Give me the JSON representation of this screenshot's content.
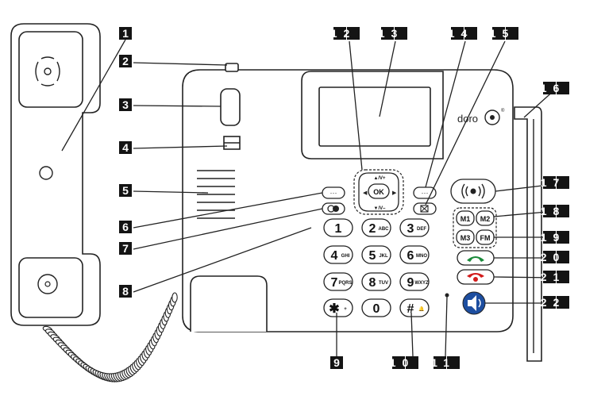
{
  "labels": [
    "1",
    "2",
    "3",
    "4",
    "5",
    "6",
    "7",
    "8",
    "9",
    "10",
    "11",
    "12",
    "13",
    "14",
    "15",
    "16",
    "17",
    "18",
    "19",
    "20",
    "21",
    "22"
  ],
  "keypad": {
    "keys": [
      {
        "digit": "1",
        "sub": ""
      },
      {
        "digit": "2",
        "sub": "ABC"
      },
      {
        "digit": "3",
        "sub": "DEF"
      },
      {
        "digit": "4",
        "sub": "GHI"
      },
      {
        "digit": "5",
        "sub": "JKL"
      },
      {
        "digit": "6",
        "sub": "MNO"
      },
      {
        "digit": "7",
        "sub": "PQRS"
      },
      {
        "digit": "8",
        "sub": "TUV"
      },
      {
        "digit": "9",
        "sub": "WXYZ"
      },
      {
        "digit": "✱",
        "sub": "+"
      },
      {
        "digit": "0",
        "sub": ""
      },
      {
        "digit": "#",
        "sub": "🔔"
      }
    ]
  },
  "nav": {
    "ok": "OK",
    "up": "▲/V+",
    "down": "▼/V–"
  },
  "memory": {
    "m1": "M1",
    "m2": "M2",
    "m3": "M3",
    "fm": "FM"
  },
  "brand": {
    "name": "doro"
  }
}
